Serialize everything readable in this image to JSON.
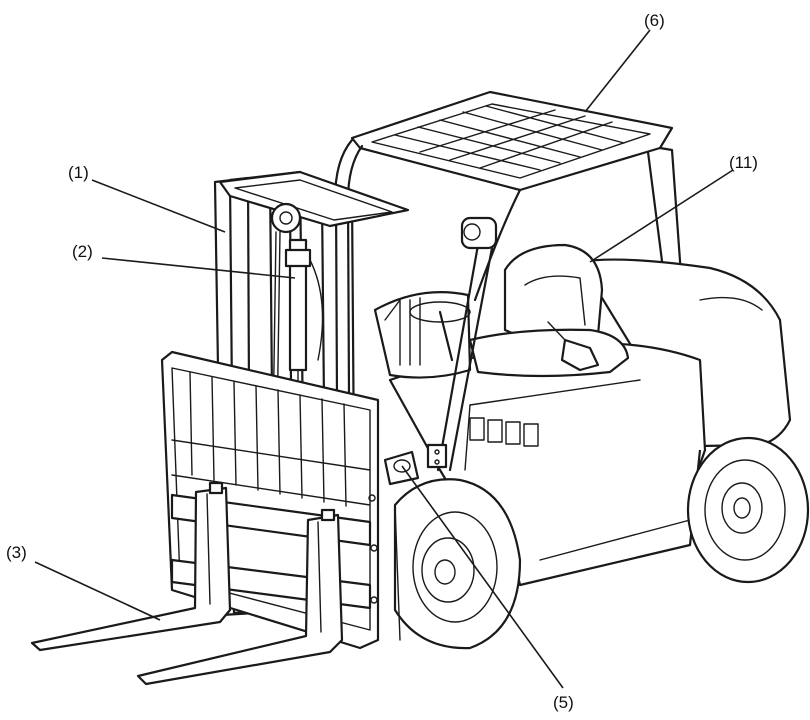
{
  "callouts": [
    {
      "id": "1",
      "text": "(1)"
    },
    {
      "id": "2",
      "text": "(2)"
    },
    {
      "id": "3",
      "text": "(3)"
    },
    {
      "id": "5",
      "text": "(5)"
    },
    {
      "id": "6",
      "text": "(6)"
    },
    {
      "id": "11",
      "text": "(11)"
    }
  ],
  "colors": {
    "line": "#1a1a1a",
    "background": "#ffffff"
  }
}
